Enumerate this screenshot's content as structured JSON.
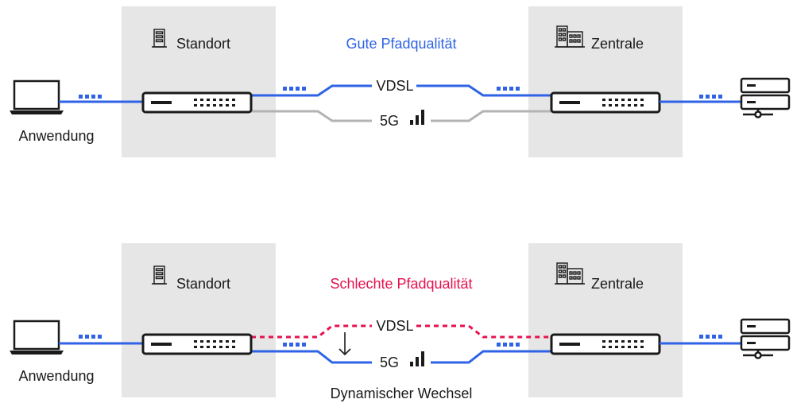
{
  "colors": {
    "blue": "#2f63e6",
    "gray": "#b3b3b3",
    "pink": "#e8114f",
    "box": "#e6e6e6",
    "dark": "#1a1a1a"
  },
  "top": {
    "quality": "Gute Pfadqualität",
    "site": "Standort",
    "hq": "Zentrale",
    "client": "Anwendung",
    "vdsl": "VDSL",
    "g5": "5G"
  },
  "bottom": {
    "quality": "Schlechte Pfadqualität",
    "site": "Standort",
    "hq": "Zentrale",
    "client": "Anwendung",
    "vdsl": "VDSL",
    "g5": "5G",
    "switch_note": "Dynamischer Wechsel"
  },
  "icons": {
    "site": "building-icon",
    "hq": "office-building-icon",
    "client": "laptop-icon",
    "server": "server-icon",
    "router": "router-icon",
    "signal": "signal-bars-icon",
    "traffic": "traffic-dots-icon",
    "switch": "arrow-down-icon"
  }
}
